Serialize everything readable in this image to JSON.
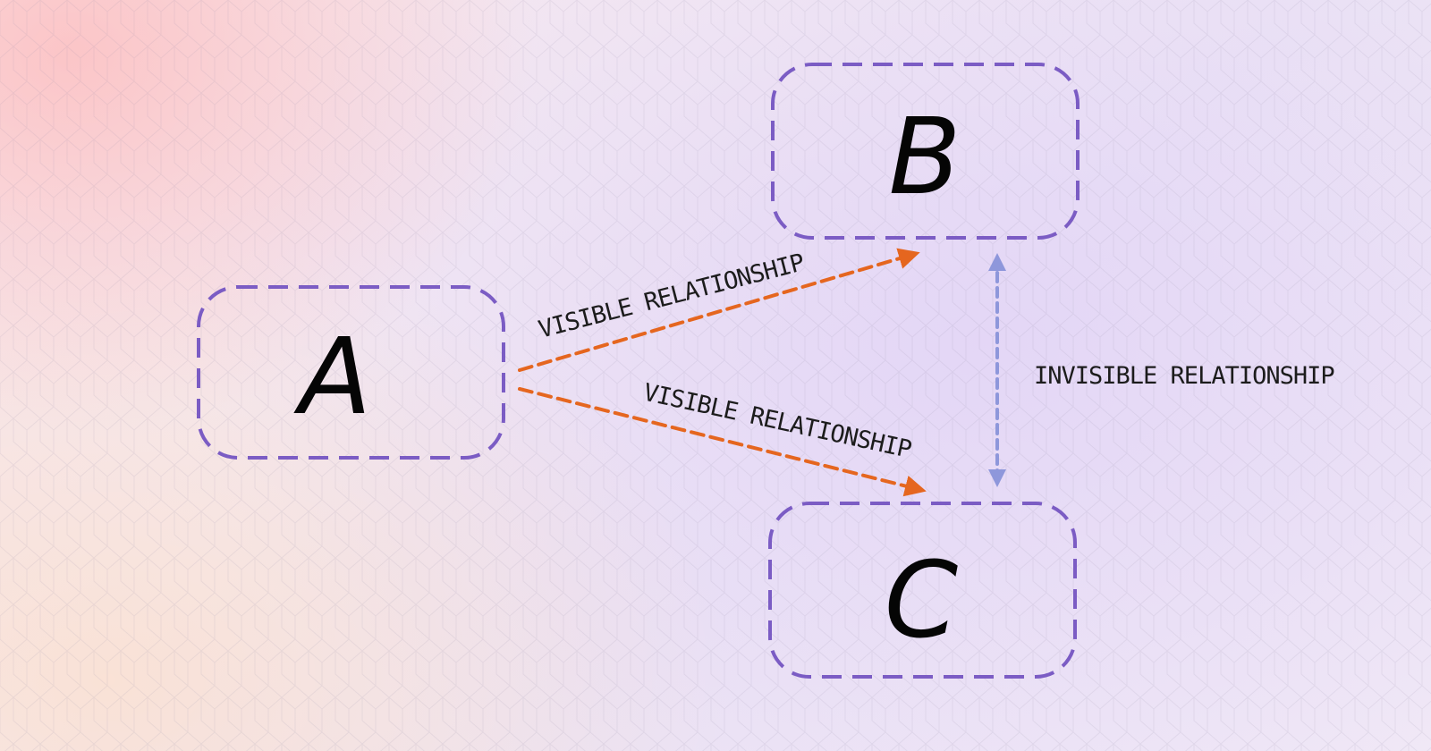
{
  "diagram": {
    "nodes": [
      {
        "id": "A",
        "label": "A"
      },
      {
        "id": "B",
        "label": "B"
      },
      {
        "id": "C",
        "label": "C"
      }
    ],
    "edges": [
      {
        "from": "A",
        "to": "B",
        "label": "VISIBLE RELATIONSHIP",
        "style": "dashed-directed"
      },
      {
        "from": "A",
        "to": "C",
        "label": "VISIBLE RELATIONSHIP",
        "style": "dashed-directed"
      },
      {
        "from": "B",
        "to": "C",
        "label": "INVISIBLE RELATIONSHIP",
        "style": "dashed-bidirectional"
      }
    ]
  },
  "colors": {
    "node_border": "#7b5cc4",
    "visible_edge": "#e5661f",
    "invisible_edge": "#8e97db",
    "label_text": "#1c1c1c",
    "letter": "#050505"
  }
}
